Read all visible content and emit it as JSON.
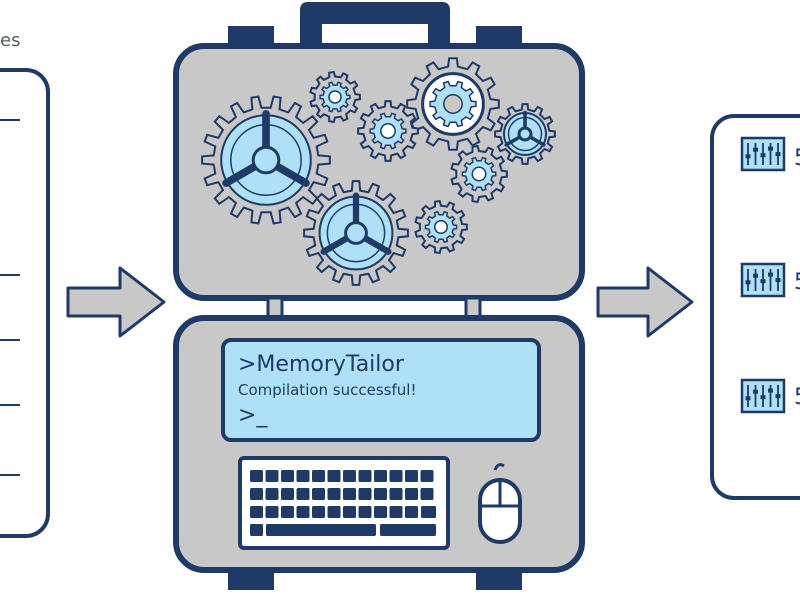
{
  "left_panel": {
    "label_fragment": "es"
  },
  "terminal": {
    "title": ">MemoryTailor",
    "status": "Compilation successful!",
    "prompt": ">_"
  },
  "right_panel": {
    "items": [
      {
        "icon": "equalizer-icon",
        "label_fragment": "5"
      },
      {
        "icon": "equalizer-icon",
        "label_fragment": "5"
      },
      {
        "icon": "equalizer-icon",
        "label_fragment": "5"
      }
    ]
  },
  "colors": {
    "navy": "#1f3a66",
    "gray": "#c8c8c8",
    "light_blue": "#aee0f7",
    "white": "#ffffff"
  }
}
